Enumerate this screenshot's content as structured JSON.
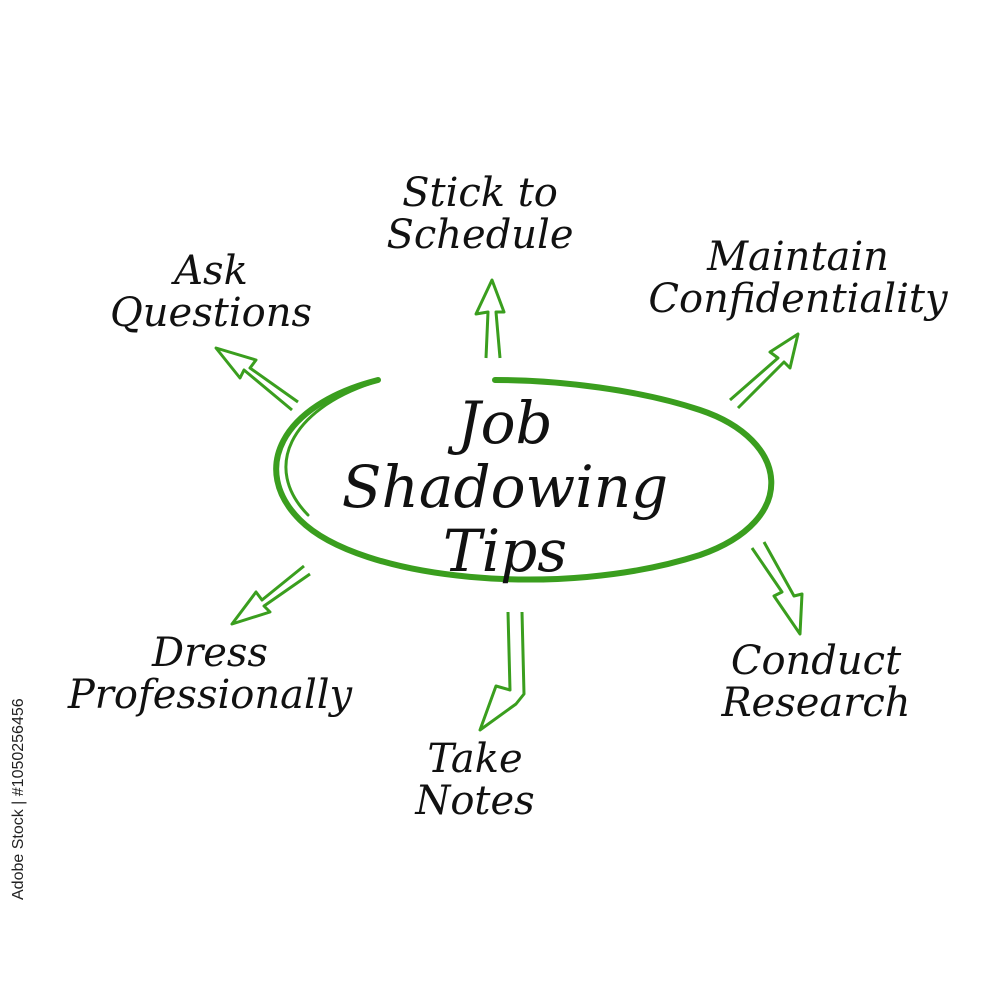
{
  "diagram": {
    "center": {
      "lines": [
        "Job",
        "Shadowing",
        "Tips"
      ]
    },
    "tips": [
      {
        "id": "stick-to-schedule",
        "lines": [
          "Stick to",
          "Schedule"
        ]
      },
      {
        "id": "maintain-confidentiality",
        "lines": [
          "Maintain",
          "Confidentiality"
        ]
      },
      {
        "id": "conduct-research",
        "lines": [
          "Conduct",
          "Research"
        ]
      },
      {
        "id": "take-notes",
        "lines": [
          "Take",
          "Notes"
        ]
      },
      {
        "id": "dress-professionally",
        "lines": [
          "Dress",
          "Professionally"
        ]
      },
      {
        "id": "ask-questions",
        "lines": [
          "Ask",
          "Questions"
        ]
      }
    ],
    "colors": {
      "accent": "#3a9e1e",
      "text": "#111111",
      "background": "#ffffff"
    }
  },
  "stock_id": "Adobe Stock | #1050256456"
}
